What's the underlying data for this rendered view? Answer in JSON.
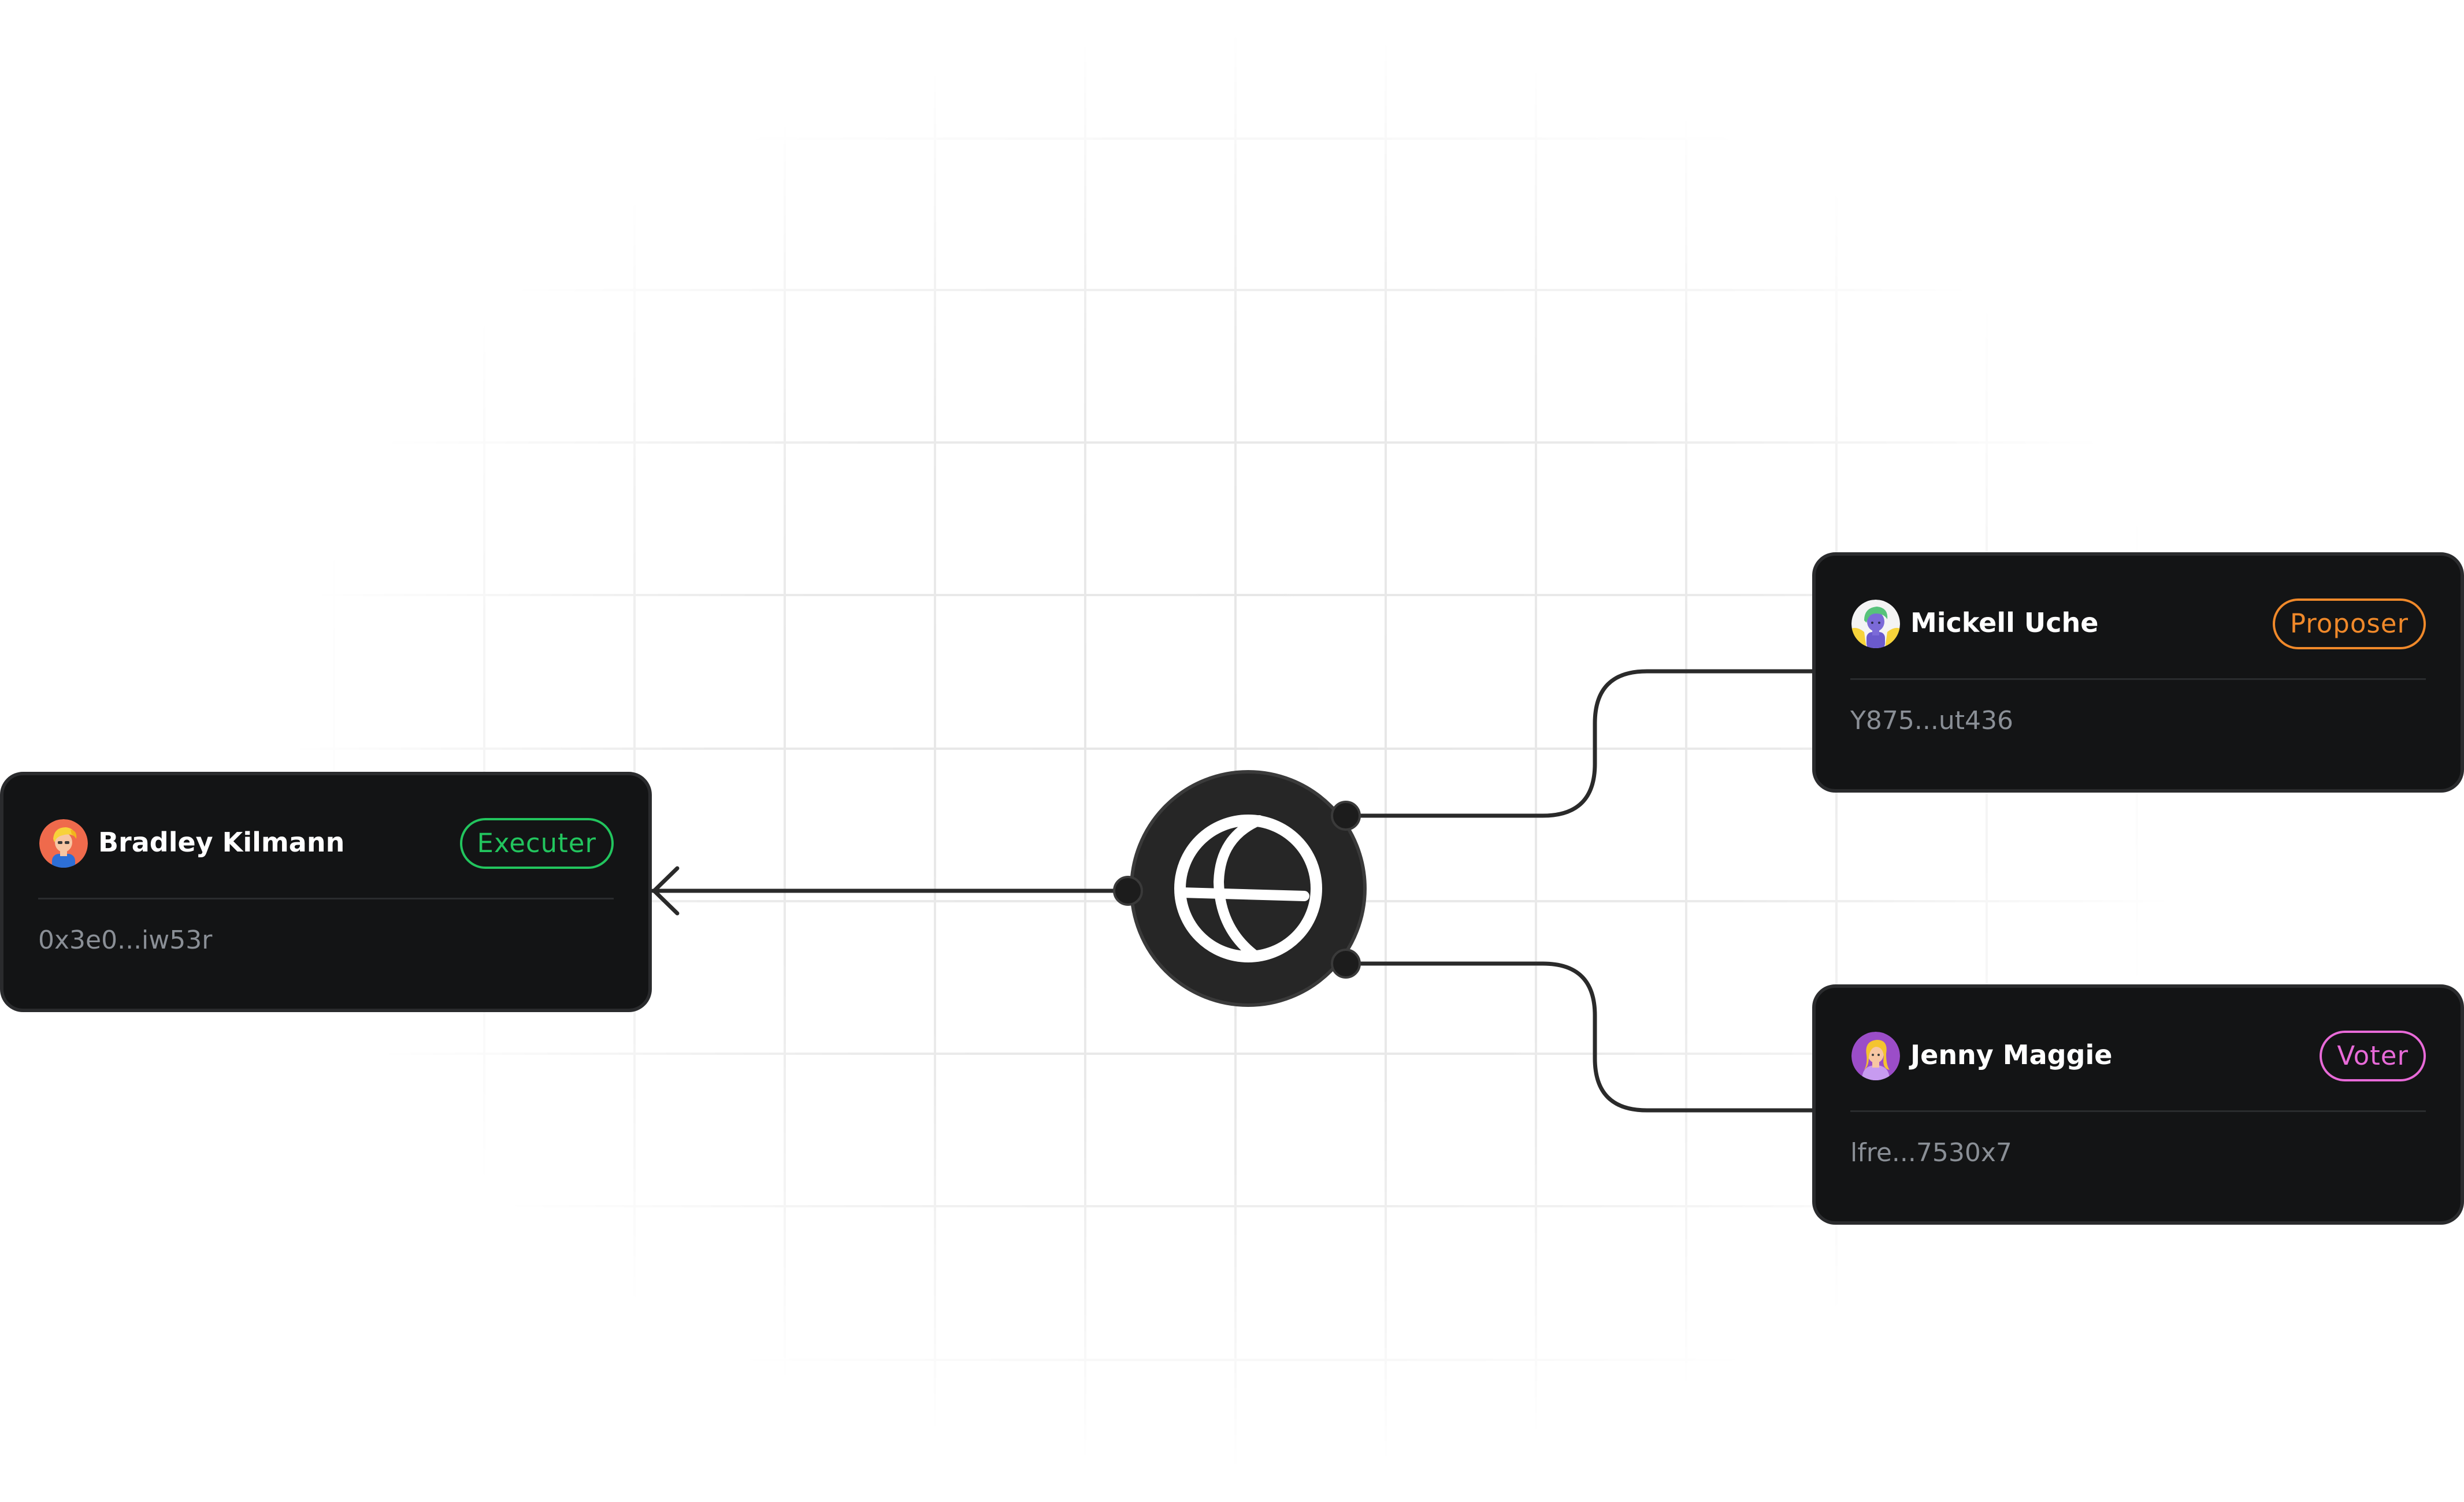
{
  "cards": [
    {
      "id": "executer",
      "name": "Bradley Kilmann",
      "role": "Executer",
      "address": "0x3e0...iw53r",
      "role_color": "#22c55e",
      "avatar_icon": "male-avatar-icon"
    },
    {
      "id": "proposer",
      "name": "Mickell Uche",
      "role": "Proposer",
      "address": "Y875...ut436",
      "role_color": "#f0892a",
      "avatar_icon": "male-avatar-icon"
    },
    {
      "id": "voter",
      "name": "Jenny Maggie",
      "role": "Voter",
      "address": "lfre...7530x7",
      "role_color": "#e86ad8",
      "avatar_icon": "female-avatar-icon"
    }
  ],
  "hub": {
    "icon": "hub-logo-icon"
  },
  "colors": {
    "card_bg": "#131415",
    "connector": "#2a2a2a",
    "grid_line": "#e8e8e8"
  }
}
